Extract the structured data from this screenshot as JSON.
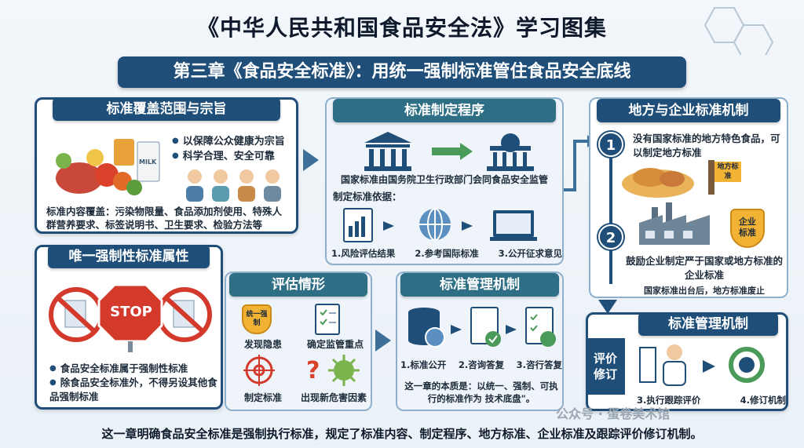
{
  "title": "《中华人民共和国食品安全法》学习图集",
  "chapter": "第三章《食品安全标准》：用统一强制标准管住食品安全底线",
  "scope": {
    "header": "标准覆盖范围与宗旨",
    "bullets": [
      "以保障公众健康为宗旨",
      "科学合理、安全可靠"
    ],
    "milk_label": "MILK",
    "content": "标准内容覆盖：污染物限量、食品添加剂使用、特殊人群营养要求、标签说明书、卫生要求、检验方法等"
  },
  "procedure": {
    "header": "标准制定程序",
    "caption": "国家标准由国务院卫生行政部门会同食品安全监管",
    "basis_label": "制定标准依据：",
    "steps": [
      "1.风险评估结果",
      "2.参考国际标准",
      "3.公开征求意见"
    ]
  },
  "local": {
    "header": "地方与企业标准机制",
    "item1_num": "1",
    "item1_text": "没有国家标准的地方特色食品，可以制定地方标准",
    "flag_label": "地方标准",
    "item2_num": "2",
    "shield_label": "企业标准",
    "item2_text": "鼓励企业制定严于国家或地方标准的企业标准",
    "item2_note": "国家标准出台后，地方标准废止"
  },
  "mandatory": {
    "header": "唯一强制性标准属性",
    "stop_label": "STOP",
    "bullets": [
      "食品安全标准属于强制性标准",
      "除食品安全标准外，不得另设其他食品强制标准"
    ]
  },
  "assess": {
    "header": "评估情形",
    "stamp_label": "统一强制",
    "items": [
      "发现隐患",
      "确定监管重点",
      "制定标准",
      "出现新危害因素"
    ]
  },
  "manage": {
    "header": "标准管理机制",
    "steps": [
      "1.标准公开",
      "2.咨询答复",
      "3.咨行答复"
    ],
    "essence": "这一章的本质是：以统一、强制、可执行的标准作为 技术底盘\"。"
  },
  "manage2": {
    "header": "标准管理机制",
    "side_label": "评价修订",
    "steps": [
      "3.执行跟踪评价",
      "4.修订机制"
    ]
  },
  "watermark": "公众号 · 蛋卷美术馆",
  "summary": "这一章明确食品安全标准是强制执行标准，规定了标准内容、制定程序、地方标准、企业标准及跟踪评价修订机制。"
}
